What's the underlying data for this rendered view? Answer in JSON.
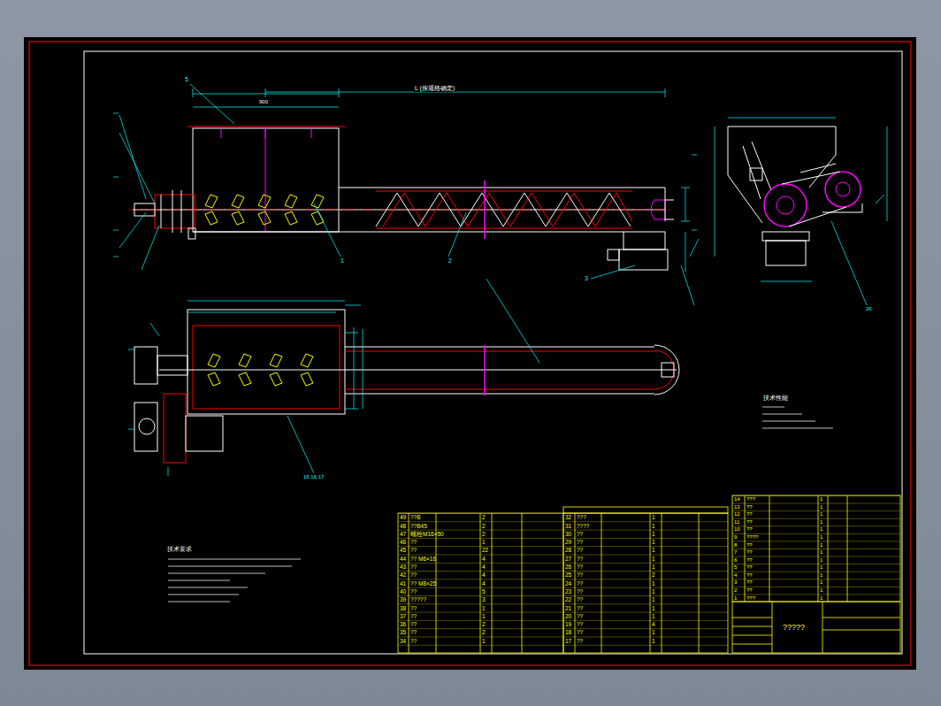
{
  "diagram": {
    "labels": [
      "L (按规格确定)",
      "900",
      "5",
      "1",
      "2",
      "3",
      "15 16 17",
      "26",
      "技术要求",
      "技术性能",
      "?????",
      "49",
      "??B",
      "2",
      "48",
      "??B45",
      "2",
      "47",
      "螺栓M16×50",
      "2",
      "46",
      "??",
      "1",
      "45",
      "??",
      "22",
      "44",
      "?? M6×16",
      "4",
      "43",
      "??",
      "4",
      "42",
      "??",
      "4",
      "41",
      "?? M8×25",
      "4",
      "40",
      "??",
      "5",
      "39",
      "?????",
      "3",
      "38",
      "??",
      "1",
      "37",
      "??",
      "1",
      "36",
      "??",
      "2",
      "35",
      "??",
      "2",
      "34",
      "??",
      "1",
      "32",
      "???",
      "1",
      "31",
      "????",
      "1",
      "30",
      "??",
      "1",
      "29",
      "??",
      "1",
      "28",
      "??",
      "1",
      "27",
      "??",
      "1",
      "26",
      "??",
      "1",
      "25",
      "??",
      "2",
      "24",
      "??",
      "1",
      "23",
      "??",
      "1",
      "22",
      "??",
      "1",
      "21",
      "??",
      "1",
      "20",
      "??",
      "1",
      "19",
      "??",
      "4",
      "18",
      "??",
      "1",
      "17",
      "??",
      "1",
      "14",
      "???",
      "1",
      "13",
      "??",
      "1",
      "12",
      "??",
      "1",
      "11",
      "??",
      "1",
      "10",
      "??",
      "1",
      "9",
      "????",
      "1",
      "8",
      "??",
      "1",
      "7",
      "??",
      "1",
      "6",
      "??",
      "1",
      "5",
      "??",
      "1",
      "4",
      "??",
      "1",
      "3",
      "??",
      "1",
      "2",
      "??",
      "1",
      "1",
      "???",
      "1"
    ]
  }
}
